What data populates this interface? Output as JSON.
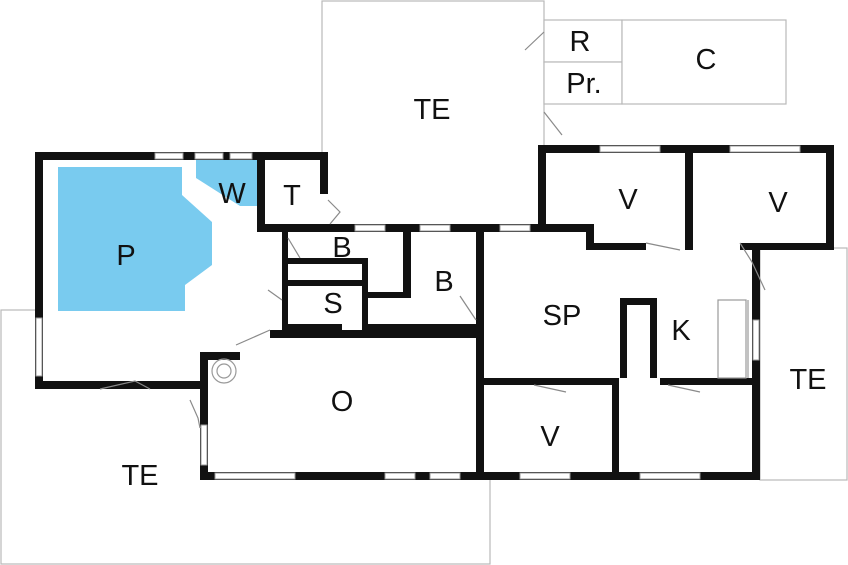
{
  "colors": {
    "pool": "#79cbef",
    "wall": "#111111",
    "terrace_outline": "#b9b9b9",
    "background": "#ffffff"
  },
  "rooms": {
    "terrace_top": "TE",
    "r": "R",
    "pr": "Pr.",
    "c": "C",
    "bed_top_left": "V",
    "bed_top_right": "V",
    "wellness": "W",
    "toilet": "T",
    "pool": "P",
    "bath_1": "B",
    "bath_2": "B",
    "sauna": "S",
    "dining_living": "SP",
    "kitchen": "K",
    "terrace_right": "TE",
    "living": "O",
    "bed_bottom": "V",
    "terrace_bottom_left": "TE"
  }
}
